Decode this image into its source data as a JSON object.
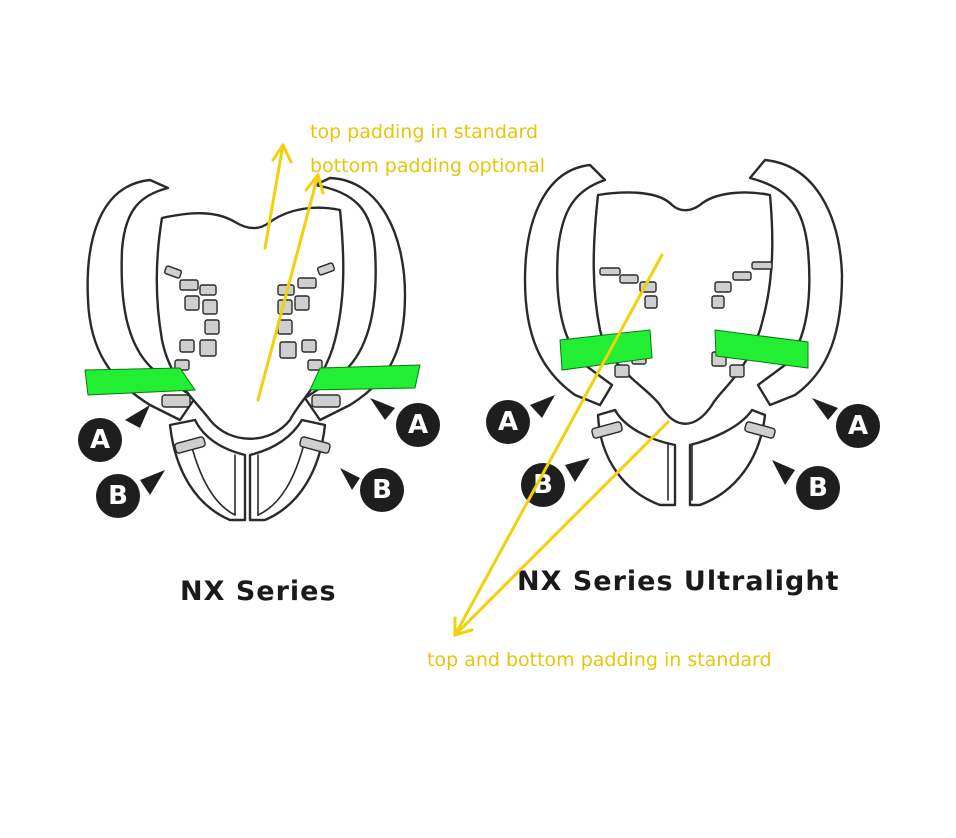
{
  "diagram": {
    "captions": {
      "left": "NX Series",
      "right": "NX Series Ultralight"
    },
    "annotations": {
      "top_line1": "top padding in standard",
      "top_line2": "bottom padding optional",
      "bottom": "top and bottom padding in standard"
    },
    "callouts": {
      "a": "A",
      "b": "B"
    },
    "colors": {
      "padding_highlight": "#22ee33",
      "annotation": "#f2d00c",
      "callout_badge": "#1e1e1e"
    }
  }
}
